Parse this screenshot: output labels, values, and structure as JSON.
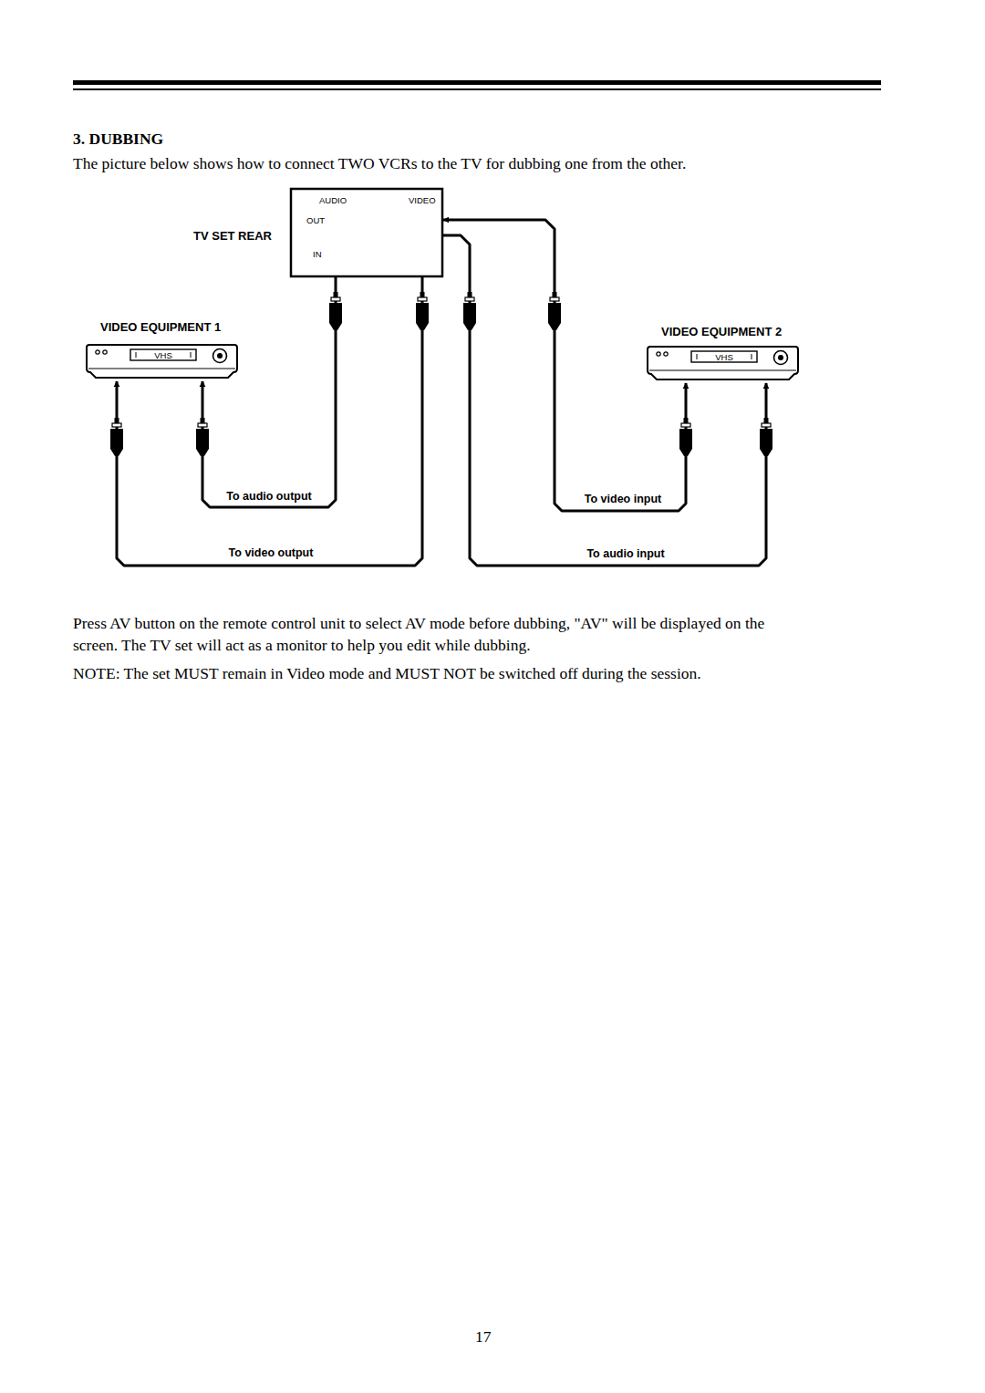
{
  "diagram": {
    "title": "3. DUBBING",
    "nodes": [
      {
        "text": [
          "TV SET REAR",
          "AUDIO",
          "VIDEO",
          "OUT",
          "IN"
        ]
      },
      {
        "text": [
          "VIDEO EQUIPMENT 1",
          "VHS"
        ]
      },
      {
        "text": [
          "VIDEO EQUIPMENT 2",
          "VHS"
        ]
      }
    ],
    "edges": [
      {
        "from": 0,
        "to": 1,
        "label": "To audio output",
        "arrow": "to"
      },
      {
        "from": 0,
        "to": 1,
        "label": "To video output",
        "arrow": "to"
      },
      {
        "from": 0,
        "to": 2,
        "label": "To video input",
        "arrow": "both"
      },
      {
        "from": 0,
        "to": 2,
        "label": "To audio input",
        "arrow": "to"
      }
    ],
    "labels": [
      "The picture below shows how to connect TWO VCRs to the TV for dubbing one from the other.",
      "Press AV button on the remote control unit to select AV mode before dubbing, \"AV\" will be displayed on the screen. The TV set will act as a monitor to help you edit while dubbing.",
      "NOTE: The set MUST remain in Video mode and MUST NOT be switched off during the session.",
      "17"
    ]
  }
}
